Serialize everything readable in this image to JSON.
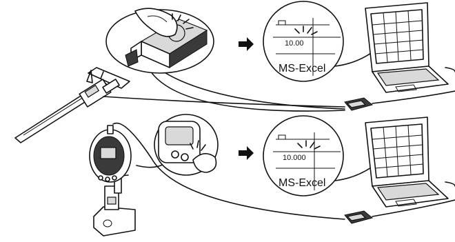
{
  "top_row": {
    "display_value": "10.00",
    "software_label": "MS-Excel"
  },
  "bottom_row": {
    "display_value": "10.000",
    "software_label": "MS-Excel"
  },
  "icons": [
    "caliper",
    "usb-input-tool",
    "press-button",
    "arrow-right",
    "laptop",
    "dial-indicator",
    "stand",
    "cable-connector"
  ]
}
